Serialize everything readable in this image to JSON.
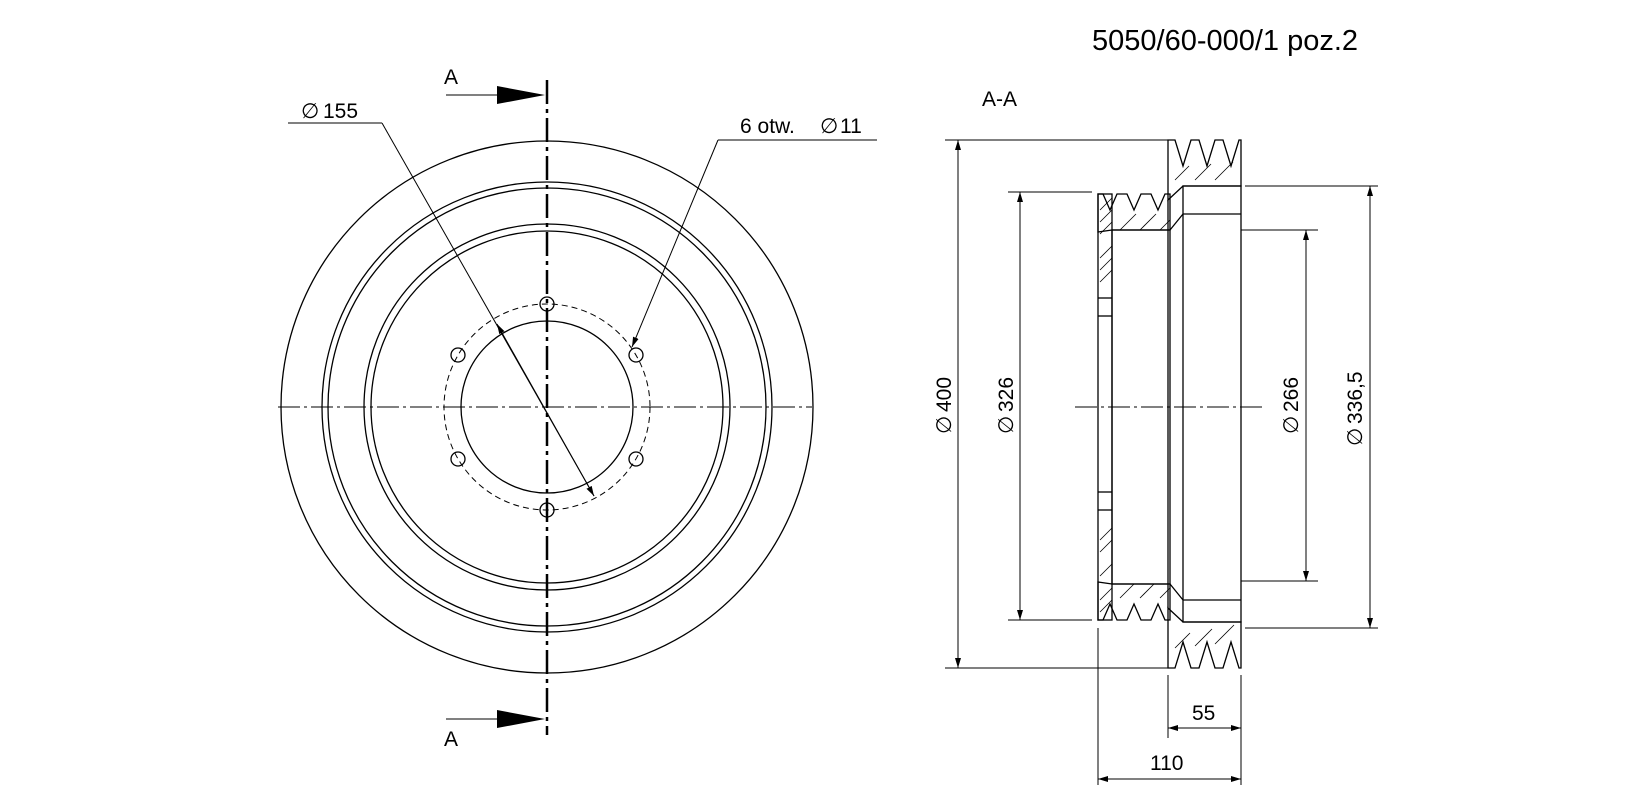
{
  "drawing_number": "5050/60-000/1 poz.2",
  "section_marker": "A",
  "section_title": "A-A",
  "front_view": {
    "diameter_symbol": "∅",
    "bolt_circle_dim": "155",
    "holes_label": "6 otw. ",
    "holes_diameter": "11"
  },
  "section_view": {
    "diameter_symbol": "∅",
    "dim_outer": "400",
    "dim_groove": "326",
    "dim_bore": "266",
    "dim_hub": "336,5",
    "dim_width_total": "110",
    "dim_width_rim": "55"
  }
}
